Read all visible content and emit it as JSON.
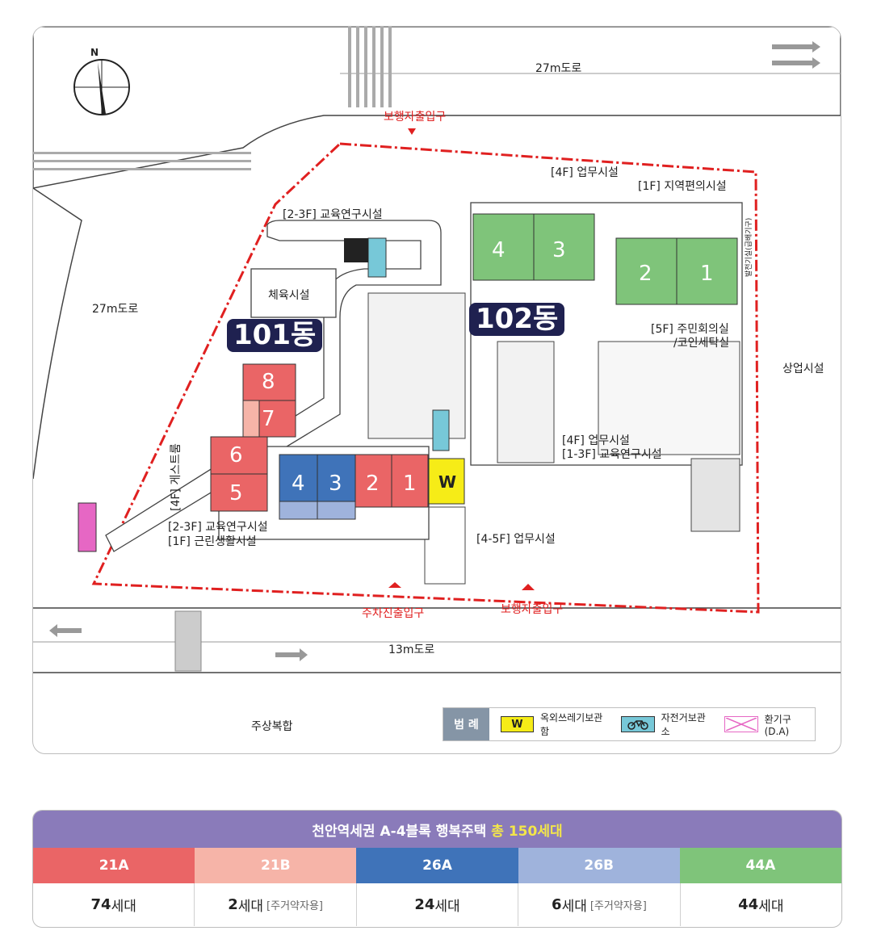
{
  "map": {
    "roads": {
      "north": "27m도로",
      "west": "27m도로",
      "south": "13m도로",
      "east": "상업시설",
      "southwest": "주상복합"
    },
    "compass": "N",
    "entrances": {
      "pedestrian_north": "보행자출입구",
      "vehicle_south": "주차진출입구",
      "pedestrian_south": "보행자출입구"
    },
    "facilities": {
      "office_4f_top": "[4F] 업무시설",
      "convenience_1f": "[1F] 지역편의시설",
      "edu_2_3f_top": "[2-3F] 교육연구시설",
      "gym": "체육시설",
      "community_5f_line1": "[5F] 주민회의실",
      "community_5f_line2": "/코인세탁실",
      "office_4f_mid": "[4F] 업무시설",
      "edu_1_3f": "[1-3F] 교육연구시설",
      "guestroom_4f": "[4F] 게스트룸",
      "edu_2_3f_bottom": "[2-3F] 교육연구시설",
      "neighborhood_1f": "[1F] 근린생활시설",
      "office_4_5f": "[4-5F] 업무시설",
      "east_vertical": "발전기실(급배기구)"
    },
    "buildings": {
      "b101": "101동",
      "b102": "102동"
    },
    "units_101": [
      "8",
      "7",
      "6",
      "5",
      "4",
      "3",
      "2",
      "1"
    ],
    "units_102": [
      "4",
      "3",
      "2",
      "1"
    ],
    "waste_marker": "W",
    "colors": {
      "red_21a": "#ea6566",
      "pink_21b": "#f6b4a8",
      "blue_26a": "#3f73b9",
      "lightblue_26b": "#9fb3dc",
      "green_44a": "#7fc47a",
      "yellow_w": "#f6ec17",
      "cyan_bike": "#77c8d8",
      "magenta_da": "#e667c4",
      "boundary_red": "#e02020"
    }
  },
  "legend": {
    "title": "범 례",
    "items": [
      {
        "icon": "waste-storage-icon",
        "symbol": "W",
        "label": "옥외쓰레기보관함"
      },
      {
        "icon": "bicycle-icon",
        "symbol": "",
        "label": "자전거보관소"
      },
      {
        "icon": "vent-icon",
        "symbol": "",
        "label": "환기구(D.A)"
      }
    ]
  },
  "summary": {
    "title_prefix": "천안역세권 A-4블록 행복주택",
    "title_total": "총 150세대",
    "types": [
      {
        "name": "21A",
        "color": "#ea6566",
        "count": "74",
        "unit": "세대",
        "note": ""
      },
      {
        "name": "21B",
        "color": "#f6b4a8",
        "count": "2",
        "unit": "세대",
        "note": "[주거약자용]"
      },
      {
        "name": "26A",
        "color": "#3f73b9",
        "count": "24",
        "unit": "세대",
        "note": ""
      },
      {
        "name": "26B",
        "color": "#9fb3dc",
        "count": "6",
        "unit": "세대",
        "note": "[주거약자용]"
      },
      {
        "name": "44A",
        "color": "#7fc47a",
        "count": "44",
        "unit": "세대",
        "note": ""
      }
    ]
  }
}
